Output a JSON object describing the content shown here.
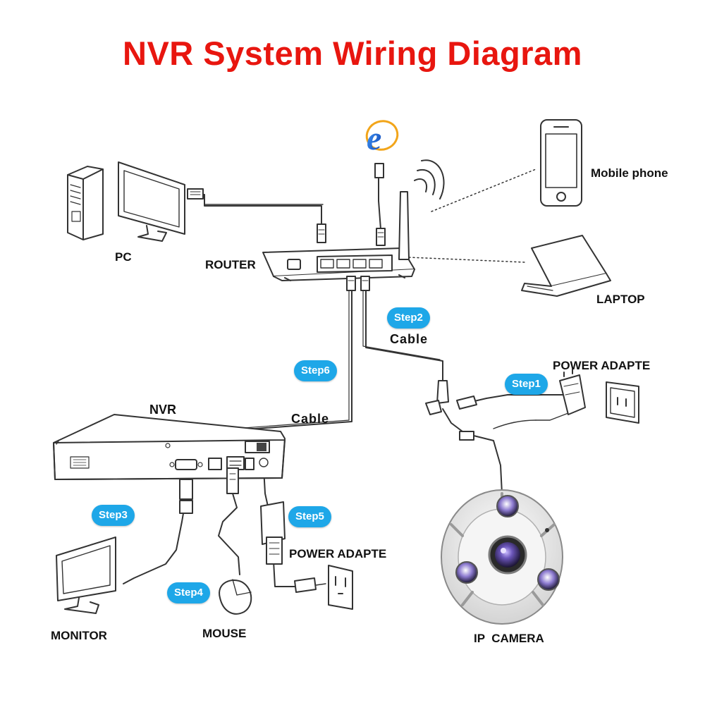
{
  "title": "NVR System Wiring Diagram",
  "colors": {
    "title": "#e8160f",
    "step_badge": "#1ea7e8",
    "step_text": "#ffffff",
    "line": "#333333"
  },
  "devices": {
    "pc": "PC",
    "router": "ROUTER",
    "mobile_phone": "Mobile phone",
    "laptop": "LAPTOP",
    "nvr": "NVR",
    "power_adapter_camera": "POWER ADAPTE",
    "power_adapter_nvr": "POWER ADAPTE",
    "monitor": "MONITOR",
    "mouse": "MOUSE",
    "ip_camera": "IP  CAMERA"
  },
  "cables": {
    "router_to_camera": "Cable",
    "nvr_to_router": "Cable"
  },
  "steps": {
    "step1": "Step1",
    "step2": "Step2",
    "step3": "Step3",
    "step4": "Step4",
    "step5": "Step5",
    "step6": "Step6"
  },
  "icons": {
    "browser": "internet-explorer-icon"
  }
}
